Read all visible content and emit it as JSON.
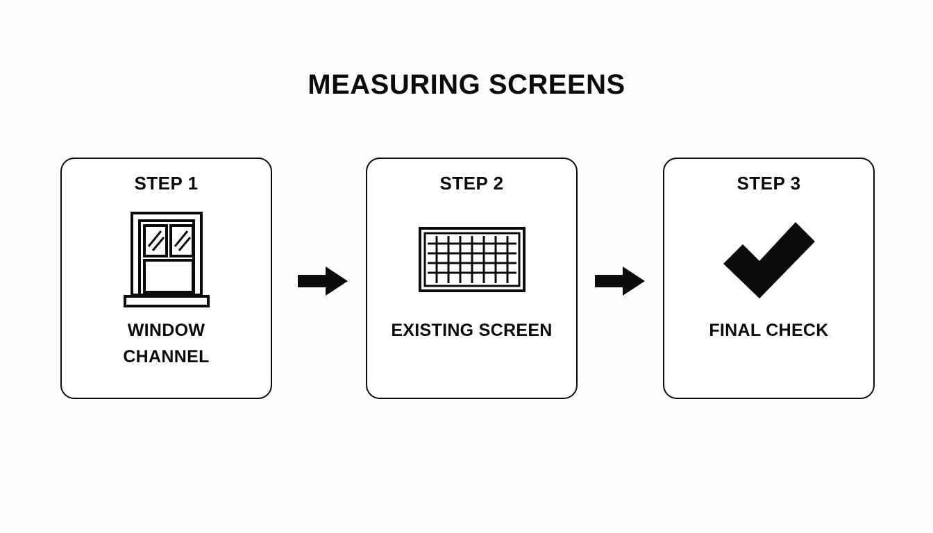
{
  "page": {
    "title": "MEASURING SCREENS",
    "background_color": "#fdfdfd",
    "ink_color": "#0b0b0b"
  },
  "flow": {
    "steps": [
      {
        "step_label": "STEP 1",
        "icon": "window-icon",
        "caption_line1": "WINDOW",
        "caption_line2": "CHANNEL"
      },
      {
        "step_label": "STEP 2",
        "icon": "mesh-screen-icon",
        "caption_line1": "EXISTING SCREEN",
        "caption_line2": ""
      },
      {
        "step_label": "STEP 3",
        "icon": "checkmark-icon",
        "caption_line1": "FINAL CHECK",
        "caption_line2": ""
      }
    ],
    "connectors": [
      {
        "icon": "arrow-right-icon"
      },
      {
        "icon": "arrow-right-icon"
      }
    ]
  }
}
